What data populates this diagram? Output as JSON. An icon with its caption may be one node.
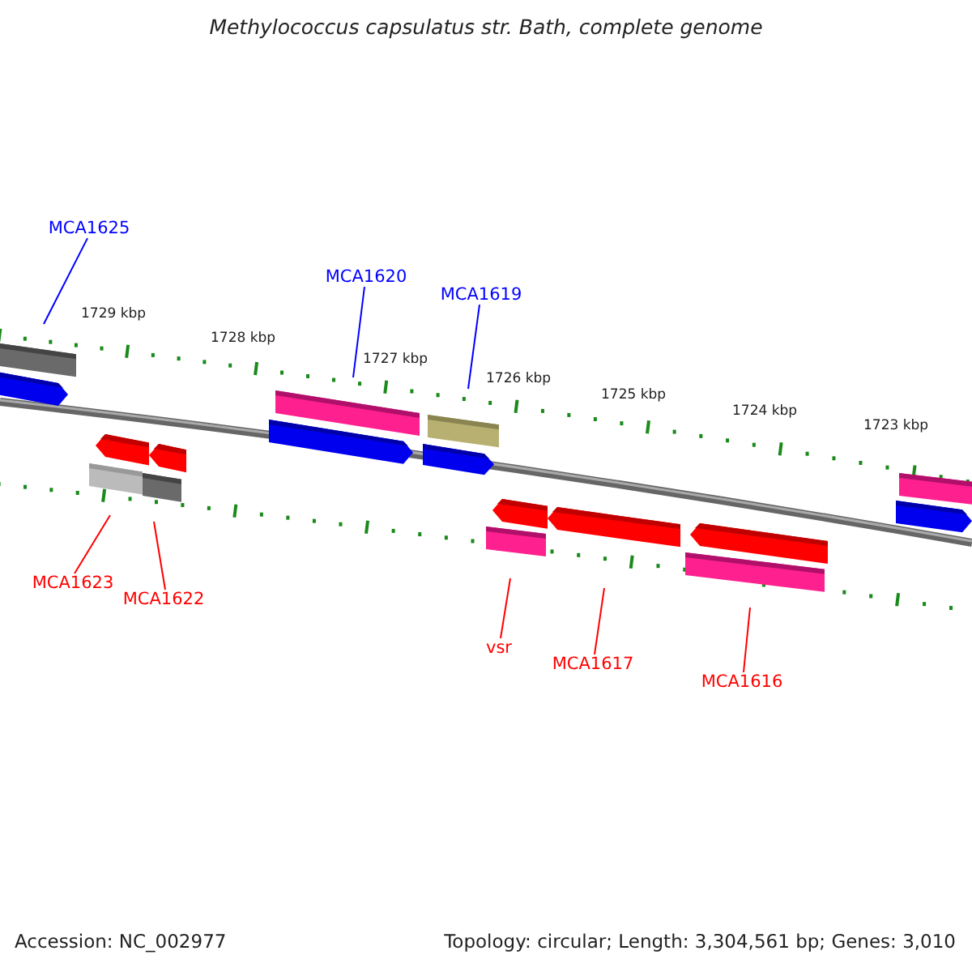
{
  "diagram": {
    "title": "Methylococcus capsulatus str. Bath, complete genome",
    "nodes": [
      {
        "text": [
          "MCA1625"
        ]
      },
      {
        "text": [
          "MCA1620"
        ]
      },
      {
        "text": [
          "MCA1619"
        ]
      },
      {
        "text": [
          "MCA1623"
        ]
      },
      {
        "text": [
          "MCA1622"
        ]
      },
      {
        "text": [
          "vsr"
        ]
      },
      {
        "text": [
          "MCA1617"
        ]
      },
      {
        "text": [
          "MCA1616"
        ]
      }
    ],
    "edges": [
      {
        "from": 0,
        "to": null,
        "arrow": "none",
        "color": "#0000ff"
      },
      {
        "from": 1,
        "to": null,
        "arrow": "none",
        "color": "#0000ff"
      },
      {
        "from": 2,
        "to": null,
        "arrow": "none",
        "color": "#0000ff"
      },
      {
        "from": 3,
        "to": null,
        "arrow": "none"
      },
      {
        "from": 4,
        "to": null,
        "arrow": "none"
      },
      {
        "from": 5,
        "to": null,
        "arrow": "none"
      },
      {
        "from": 6,
        "to": null,
        "arrow": "none"
      },
      {
        "from": 7,
        "to": null,
        "arrow": "none"
      }
    ],
    "labels": [
      "1729 kbp",
      "1728 kbp",
      "1727 kbp",
      "1726 kbp",
      "1725 kbp",
      "1724 kbp",
      "1723 kbp",
      "Accession: NC_002977",
      "Topology: circular; Length: 3,304,561 bp; Genes: 3,010"
    ]
  }
}
